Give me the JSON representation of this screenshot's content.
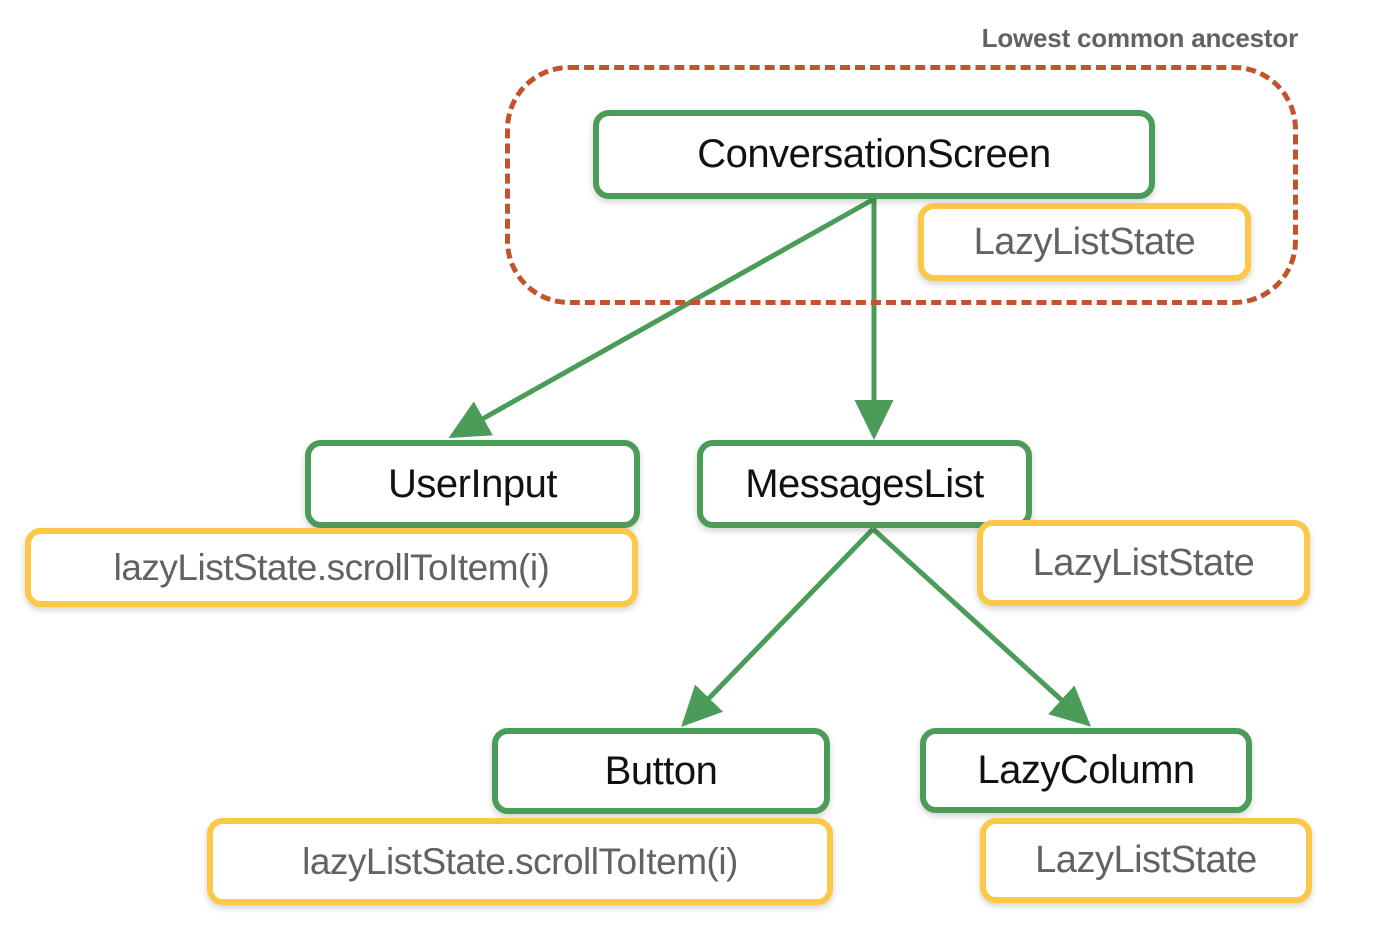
{
  "diagram": {
    "title_caption": "Lowest common ancestor",
    "colors": {
      "node_border": "#4a9c58",
      "chip_border": "#fbc847",
      "ancestor_region_border": "#c0552d",
      "node_text": "#111111",
      "chip_text": "#5f6368",
      "caption_text": "#5f6368",
      "background": "#ffffff"
    },
    "nodes": [
      {
        "id": "conversation-screen",
        "label": "ConversationScreen"
      },
      {
        "id": "user-input",
        "label": "UserInput"
      },
      {
        "id": "messages-list",
        "label": "MessagesList"
      },
      {
        "id": "button",
        "label": "Button"
      },
      {
        "id": "lazy-column",
        "label": "LazyColumn"
      }
    ],
    "chips": [
      {
        "id": "conversation-state",
        "label": "LazyListState"
      },
      {
        "id": "user-input-state",
        "label": "lazyListState.scrollToItem(i)"
      },
      {
        "id": "messages-list-state",
        "label": "LazyListState"
      },
      {
        "id": "button-state",
        "label": "lazyListState.scrollToItem(i)"
      },
      {
        "id": "lazy-column-state",
        "label": "LazyListState"
      }
    ],
    "edges": [
      {
        "from": "conversation-screen",
        "to": "user-input"
      },
      {
        "from": "conversation-screen",
        "to": "messages-list"
      },
      {
        "from": "messages-list",
        "to": "button"
      },
      {
        "from": "messages-list",
        "to": "lazy-column"
      }
    ],
    "ancestor_region_contains": [
      "conversation-screen",
      "conversation-state"
    ]
  }
}
